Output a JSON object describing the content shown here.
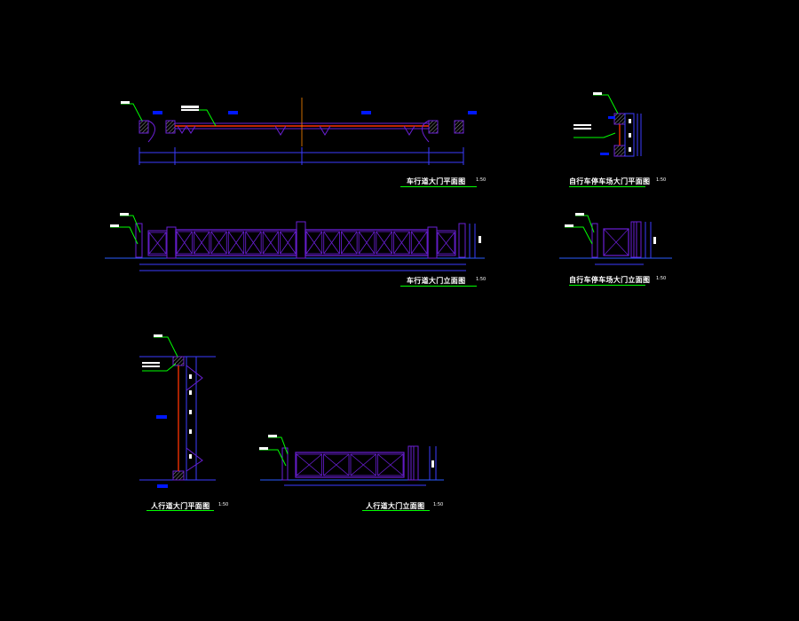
{
  "drawing": {
    "background": "#000000",
    "colors": {
      "frame": "#6a1fd6",
      "dim": "#3b3bff",
      "leader": "#00ff00",
      "tag": "#0018ff",
      "rail": "#ff3300",
      "ground": "#2a5cff",
      "axis": "#ff8800",
      "hatch": "#bfbfbf",
      "title_text": "#ffffff"
    },
    "views": [
      {
        "title": "车行道大门平面图",
        "scale": "1:50"
      },
      {
        "title": "自行车停车场大门平面图",
        "scale": "1:50"
      },
      {
        "title": "车行道大门立面图",
        "scale": "1:50"
      },
      {
        "title": "自行车停车场大门立面图",
        "scale": "1:50"
      },
      {
        "title": "人行道大门平面图",
        "scale": "1:50"
      },
      {
        "title": "人行道大门立面图",
        "scale": "1:50"
      }
    ]
  }
}
